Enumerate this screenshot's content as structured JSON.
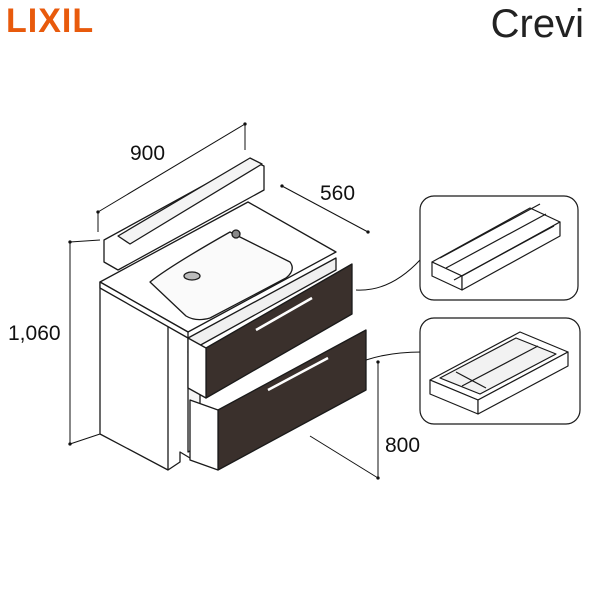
{
  "brand": {
    "logo_text": "LIXIL",
    "logo_color": "#e85a0c",
    "series_name": "Crevi"
  },
  "dimensions": {
    "width": "900",
    "depth": "560",
    "height": "1,060",
    "cabinet_height": "800"
  },
  "insets": [
    {
      "name": "upper-drawer-rail-insert",
      "icon": "rail-tray-icon"
    },
    {
      "name": "lower-drawer-divider-tray",
      "icon": "divider-tray-icon"
    }
  ],
  "colors": {
    "cabinet_front": "#3a302c",
    "line": "#1a1a1a",
    "inset_bg": "#ffffff"
  }
}
